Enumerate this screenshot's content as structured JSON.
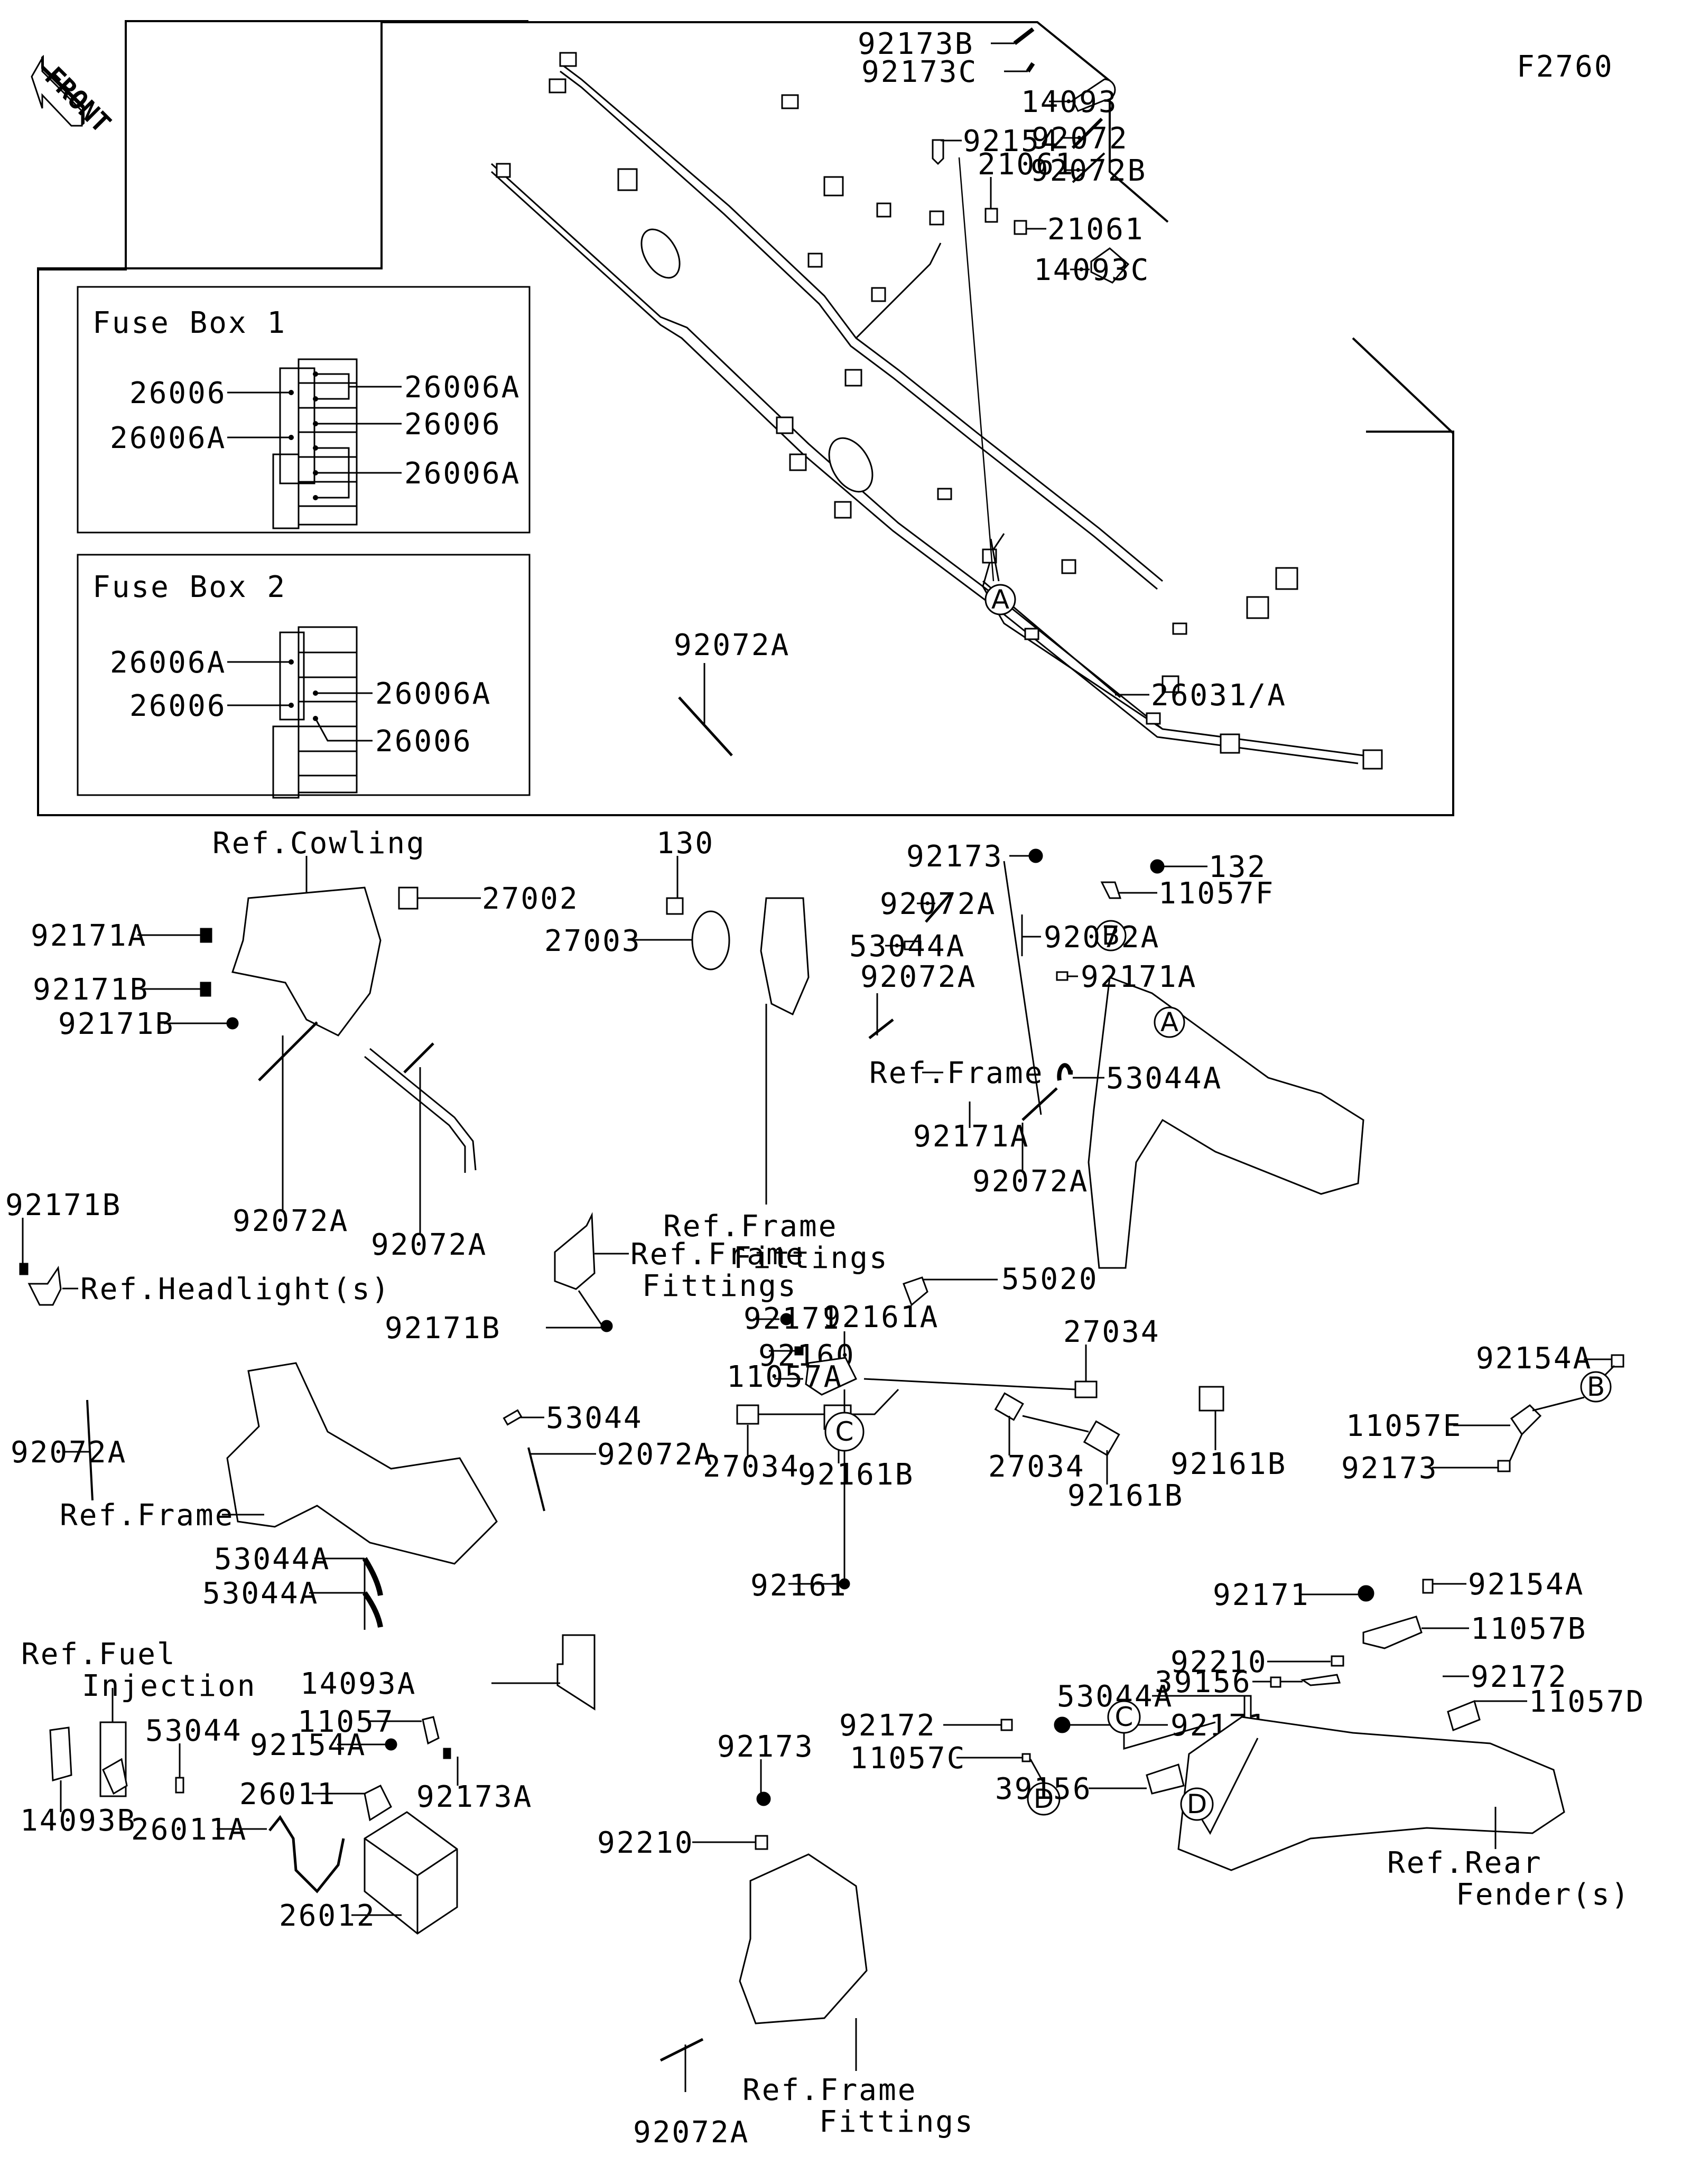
{
  "diagram": {
    "figure_code": "F2760",
    "front_arrow_label": "FRONT",
    "fuse_box_1": {
      "title": "Fuse Box 1",
      "labels": {
        "left_top": "26006",
        "left_mid": "26006A",
        "right_top": "26006A",
        "right_mid": "26006",
        "right_bottom": "26006A"
      }
    },
    "fuse_box_2": {
      "title": "Fuse Box 2",
      "labels": {
        "left_top": "26006A",
        "left_mid": "26006",
        "right_top": "26006A",
        "right_mid": "26006"
      }
    },
    "harness_section": {
      "main_harness": "26031/A",
      "bolt": "92154",
      "connector_1": "21061",
      "connector_2": "21061",
      "clamp_b": "92173B",
      "clamp_c": "92173C",
      "plate": "14093",
      "tie": "92072",
      "tie_b": "92072B",
      "plate_c": "14093C",
      "tie_a": "92072A",
      "ref_a": "A"
    },
    "cowling_section": {
      "ref_cowling": "Ref.Cowling",
      "part_27002": "27002",
      "clamp_92171A": "92171A",
      "clamp_92171B_1": "92171B",
      "clamp_92171B_2": "92171B",
      "tie_1": "92072A",
      "tie_2": "92072A"
    },
    "horn_section": {
      "bolt_130": "130",
      "horn_27003": "27003",
      "ref_frame_fittings": "Ref.Frame\nFittings",
      "ref_frame_fittings_line1": "Ref.Frame",
      "ref_frame_fittings_line2": "Fittings"
    },
    "frame_section": {
      "clamp_92173": "92173",
      "bolt_132": "132",
      "bracket_11057F": "11057F",
      "tie_92072A_1": "92072A",
      "tie_92072A_2": "92072A",
      "tie_92072A_3": "92072A",
      "tie_92072A_4": "92072A",
      "pad_53044A_1": "53044A",
      "pad_53044A_2": "53044A",
      "clamp_92171A_1": "92171A",
      "clamp_92171A_2": "92171A",
      "ref_frame": "Ref.Frame",
      "ref_b": "B",
      "ref_a": "A"
    },
    "headlight_section": {
      "clamp_92171B": "92171B",
      "ref_headlight": "Ref.Headlight(s)"
    },
    "bracket_section": {
      "ref_frame_fittings_line1": "Ref.Frame",
      "ref_frame_fittings_line2": "Fittings",
      "clamp_92171B": "92171B"
    },
    "relay_section": {
      "part_55020": "55020",
      "clamp_92171": "92171",
      "part_92160": "92160",
      "bracket_11057A": "11057A",
      "part_92161A": "92161A",
      "relay_27034_1": "27034",
      "relay_27034_2": "27034",
      "relay_27034_3": "27034",
      "damper_92161B_1": "92161B",
      "damper_92161B_2": "92161B",
      "damper_92161B_3": "92161B",
      "bolt_92161": "92161",
      "ref_c": "C"
    },
    "bracket_b_section": {
      "bolt_92154A": "92154A",
      "bracket_11057E": "11057E",
      "clamp_92173": "92173",
      "ref_b": "B"
    },
    "left_frame_section": {
      "tie_92072A_1": "92072A",
      "tie_92072A_2": "92072A",
      "pad_53044": "53044",
      "ref_frame": "Ref.Frame",
      "pad_53044A_1": "53044A",
      "pad_53044A_2": "53044A"
    },
    "fuel_injection_section": {
      "ref_fuel_line1": "Ref.Fuel",
      "ref_fuel_line2": "Injection",
      "pad_53044": "53044",
      "plate_14093B": "14093B"
    },
    "battery_section": {
      "plate_14093A": "14093A",
      "bracket_11057": "11057",
      "bolt_92154A": "92154A",
      "clamp_92173A": "92173A",
      "cable_26011": "26011",
      "cable_26011A": "26011A",
      "battery_26012": "26012",
      "clamp_92173": "92173",
      "nut_92210": "92210",
      "tie_92072A": "92072A",
      "ref_frame_fittings_line1": "Ref.Frame",
      "ref_frame_fittings_line2": "Fittings"
    },
    "clip_d_section": {
      "rivet_92172": "92172",
      "clamp_92171": "92171",
      "bracket_11057C": "11057C",
      "ref_d": "D"
    },
    "rear_fender_section": {
      "clamp_92171": "92171",
      "bolt_92154A": "92154A",
      "bracket_11057B": "11057B",
      "nut_92210": "92210",
      "pad_39156_1": "39156",
      "pad_39156_2": "39156",
      "pad_53044A": "53044A",
      "rivet_92172": "92172",
      "bracket_11057D": "11057D",
      "ref_c": "C",
      "ref_d": "D",
      "ref_rear_fender_line1": "Ref.Rear",
      "ref_rear_fender_line2": "Fender(s)"
    }
  }
}
